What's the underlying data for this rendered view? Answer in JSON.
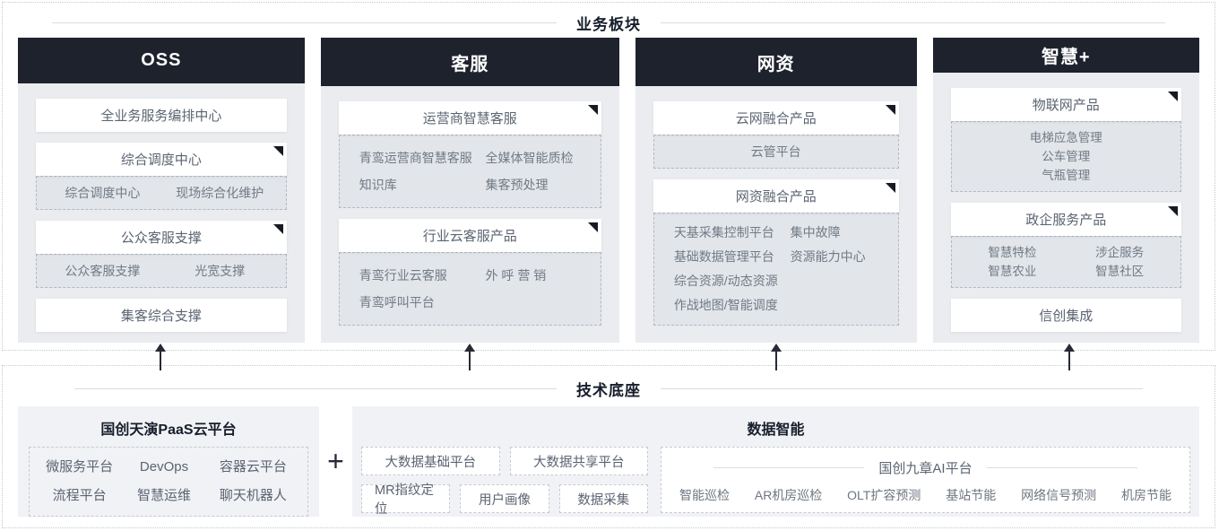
{
  "business_section": {
    "title": "业务板块",
    "columns": [
      {
        "header": "OSS",
        "cards": [
          {
            "title": "全业务服务编排中心"
          },
          {
            "title": "综合调度中心",
            "has_marker": true,
            "sub_items": [
              "综合调度中心",
              "现场综合化维护"
            ]
          },
          {
            "title": "公众客服支撑",
            "has_marker": true,
            "sub_items": [
              "公众客服支撑",
              "光宽支撑"
            ]
          },
          {
            "title": "集客综合支撑"
          }
        ]
      },
      {
        "header": "客服",
        "cards": [
          {
            "title": "运营商智慧客服",
            "has_marker": true,
            "sub_items": [
              "青鸾运营商智慧客服",
              "全媒体智能质检",
              "知识库",
              "集客预处理"
            ]
          },
          {
            "title": "行业云客服产品",
            "has_marker": true,
            "sub_items": [
              "青鸾行业云客服",
              "外 呼 营 销",
              "青鸾呼叫平台"
            ]
          }
        ]
      },
      {
        "header": "网资",
        "cards": [
          {
            "title": "云网融合产品",
            "has_marker": true,
            "sub_items": [
              "云管平台"
            ]
          },
          {
            "title": "网资融合产品",
            "has_marker": true,
            "sub_items": [
              "天基采集控制平台",
              "集中故障",
              "基础数据管理平台",
              "资源能力中心",
              "综合资源/动态资源",
              "作战地图/智能调度"
            ]
          }
        ]
      },
      {
        "header": "智慧+",
        "cards": [
          {
            "title": "物联网产品",
            "has_marker": true,
            "sub_items": [
              "电梯应急管理",
              "公车管理",
              "气瓶管理"
            ]
          },
          {
            "title": "政企服务产品",
            "has_marker": true,
            "sub_items": [
              "智慧特检",
              "涉企服务",
              "智慧农业",
              "智慧社区"
            ]
          },
          {
            "title": "信创集成"
          }
        ]
      }
    ]
  },
  "tech_section": {
    "title": "技术底座",
    "plus": "+",
    "paas_card": {
      "title": "国创天演PaaS云平台",
      "items": [
        "微服务平台",
        "DevOps",
        "容器云平台",
        "流程平台",
        "智慧运维",
        "聊天机器人"
      ]
    },
    "data_card": {
      "title": "数据智能",
      "boxes_row1": [
        "大数据基础平台",
        "大数据共享平台"
      ],
      "boxes_row2": [
        "MR指纹定位",
        "用户画像",
        "数据采集"
      ],
      "ai_platform": {
        "title": "国创九章AI平台",
        "items": [
          "智能巡检",
          "AR机房巡检",
          "OLT扩容预测",
          "基站节能",
          "网络信号预测",
          "机房节能"
        ]
      }
    }
  },
  "icons": {
    "corner_marker": "folded-corner-triangle",
    "up_arrow": "upward-arrow"
  },
  "colors": {
    "header_bg": "#1e222d",
    "column_body_bg": "#eaecef",
    "sub_box_bg": "#e2e5e9",
    "tech_card_bg": "#f1f2f5",
    "title_text": "#171e2b",
    "card_text": "#5b6472",
    "sub_text": "#717a86",
    "dashed_border": "#c3c9d1",
    "arrow": "#262a34"
  }
}
